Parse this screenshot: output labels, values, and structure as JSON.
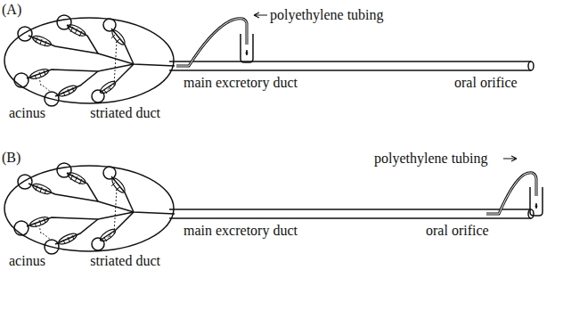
{
  "diagram": {
    "labels": [
      "(A)",
      "polyethylene tubing",
      "acinus",
      "striated duct",
      "main excretory duct",
      "oral orifice",
      "(B)",
      "acinus",
      "striated duct",
      "main excretory duct",
      "oral orifice",
      "polyethylene tubing"
    ]
  }
}
